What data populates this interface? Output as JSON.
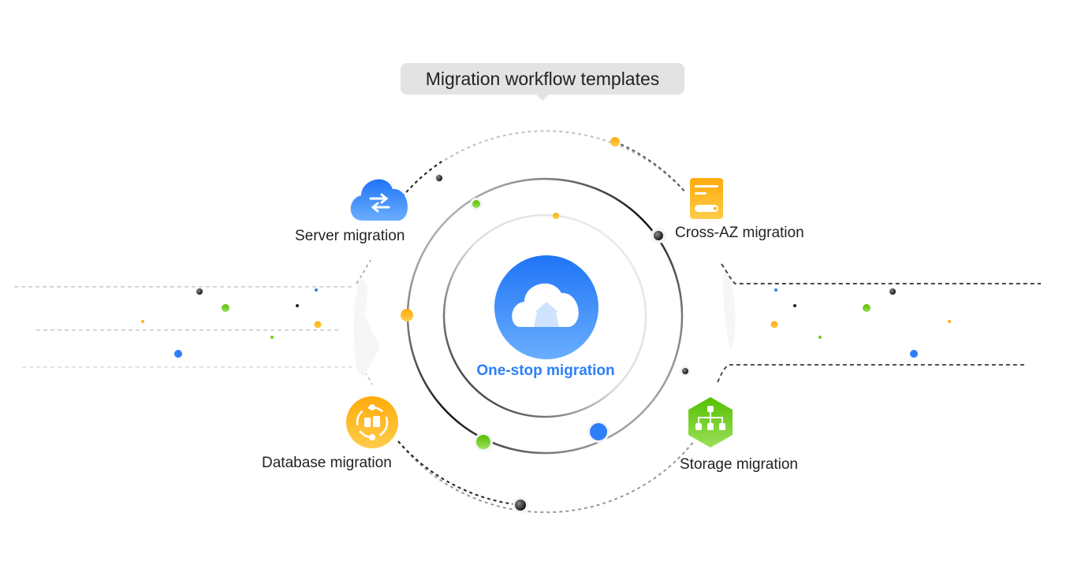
{
  "title": "Migration workflow templates",
  "center": {
    "label": "One-stop migration",
    "icon": "cloud-upload-icon",
    "color": "#2d7ff9"
  },
  "nodes": [
    {
      "id": "server",
      "label": "Server migration",
      "icon": "cloud-transfer-icon",
      "color": "#2d7ff9"
    },
    {
      "id": "cross-az",
      "label": "Cross-AZ migration",
      "icon": "server-storage-icon",
      "color": "#ffb21a"
    },
    {
      "id": "database",
      "label": "Database migration",
      "icon": "database-sync-icon",
      "color": "#ffb21a"
    },
    {
      "id": "storage",
      "label": "Storage migration",
      "icon": "hierarchy-icon",
      "color": "#5ec50a"
    }
  ],
  "colors": {
    "blue": "#2d7ff9",
    "orange": "#ffb21a",
    "green": "#6fcb1c",
    "dark": "#333333",
    "tooltip_bg": "#e3e3e3"
  }
}
